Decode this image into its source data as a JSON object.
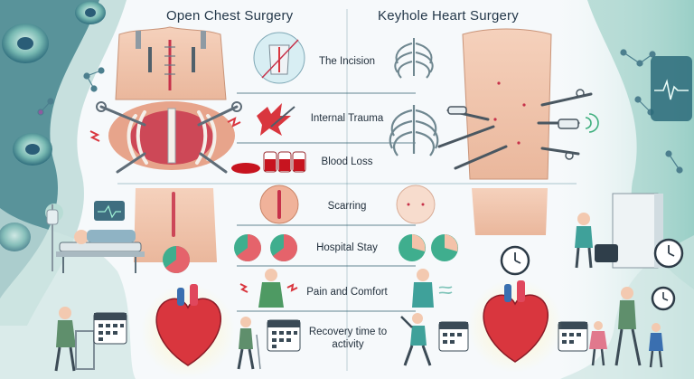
{
  "left_title": "Open Chest Surgery",
  "right_title": "Keyhole Heart Surgery",
  "rows": [
    {
      "label": "The Incision"
    },
    {
      "label": "Internal Trauma"
    },
    {
      "label": "Blood Loss"
    },
    {
      "label": "Scarring"
    },
    {
      "label": "Hospital Stay"
    },
    {
      "label": "Pain and Comfort"
    },
    {
      "label": "Recovery time to activity"
    }
  ],
  "colors": {
    "teal": "#3f8f8a",
    "skin": "#f3c9b0",
    "red": "#d9363e",
    "navy": "#24384a",
    "sand": "#f4ecd8"
  }
}
